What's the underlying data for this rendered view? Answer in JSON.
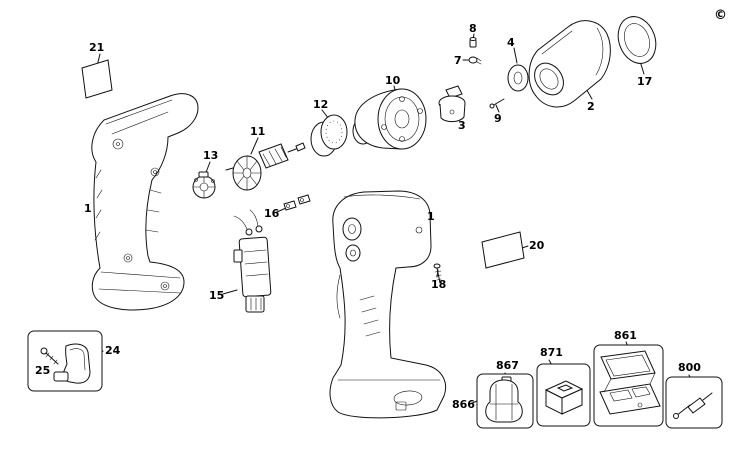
{
  "page": {
    "background": "#ffffff",
    "line_color": "#111111",
    "copyright": "©"
  },
  "labels": [
    {
      "text": "21"
    },
    {
      "text": "1"
    },
    {
      "text": "13"
    },
    {
      "text": "11"
    },
    {
      "text": "12"
    },
    {
      "text": "10"
    },
    {
      "text": "8"
    },
    {
      "text": "7"
    },
    {
      "text": "4"
    },
    {
      "text": "3"
    },
    {
      "text": "9"
    },
    {
      "text": "2"
    },
    {
      "text": "17"
    },
    {
      "text": "16"
    },
    {
      "text": "1"
    },
    {
      "text": "20"
    },
    {
      "text": "18"
    },
    {
      "text": "15"
    },
    {
      "text": "24"
    },
    {
      "text": "25"
    },
    {
      "text": "866"
    },
    {
      "text": "867"
    },
    {
      "text": "871"
    },
    {
      "text": "861"
    },
    {
      "text": "800"
    }
  ]
}
